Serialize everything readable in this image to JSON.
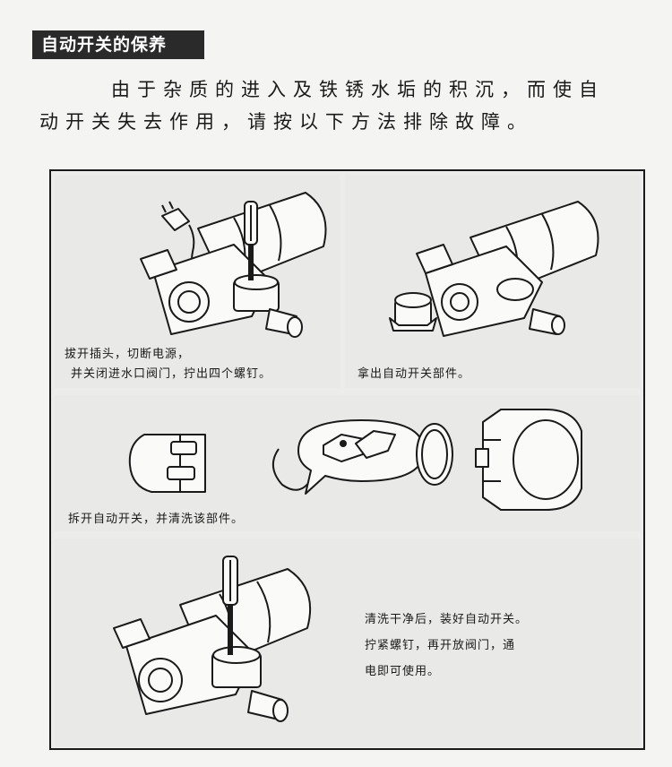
{
  "header": {
    "title": "自动开关的保养"
  },
  "intro": {
    "line1": "由于杂质的进入及铁锈水垢的积沉，而使自",
    "line2": "动开关失去作用，请按以下方法排除故障。"
  },
  "steps": {
    "step1": {
      "line1": "拔开插头，切断电源，",
      "line2": "并关闭进水口阀门，拧出四个螺钉。"
    },
    "step2": {
      "line1": "拿出自动开关部件。"
    },
    "step3": {
      "line1": "拆开自动开关，并清洗该部件。"
    },
    "step4": {
      "line1": "清洗干净后，装好自动开关。",
      "line2": "拧紧螺钉，再开放阀门，通",
      "line3": "电即可使用。"
    }
  }
}
